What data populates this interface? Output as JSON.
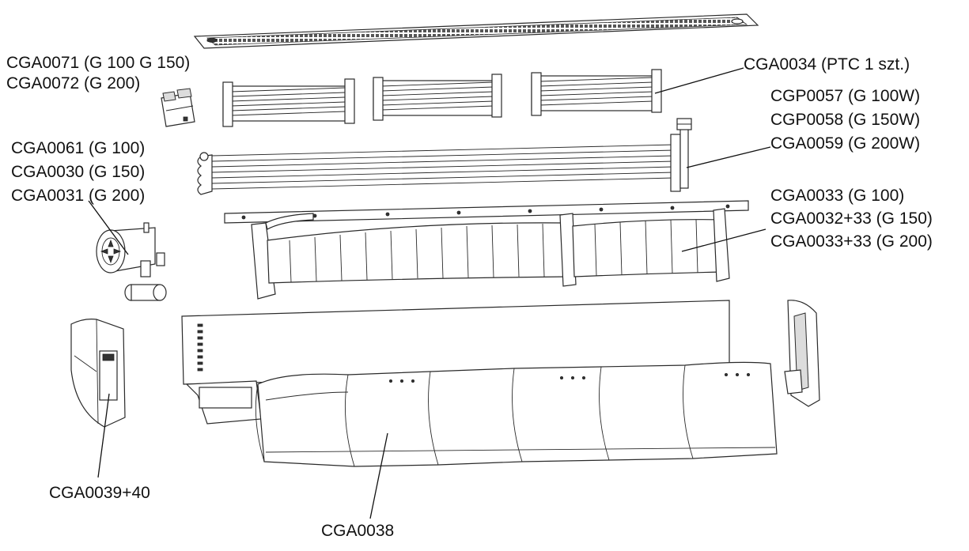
{
  "callouts": {
    "grille": [
      "CGA0034 (PTC 1 szt.)"
    ],
    "connector": [
      "CGA0071 (G 100 G 150)",
      "CGA0072 (G 200)"
    ],
    "heater": [
      "CGP0057 (G 100W)",
      "CGP0058 (G 150W)",
      "CGA0059 (G 200W)"
    ],
    "motor": [
      "CGA0061 (G 100)",
      "CGA0030 (G 150)",
      "CGA0031 (G 200)"
    ],
    "fan": [
      "CGA0033 (G 100)",
      "CGA0032+33 (G 150)",
      "CGA0033+33 (G 200)"
    ],
    "end_cap": [
      "CGA0039+40"
    ],
    "cover": [
      "CGA0038"
    ]
  }
}
